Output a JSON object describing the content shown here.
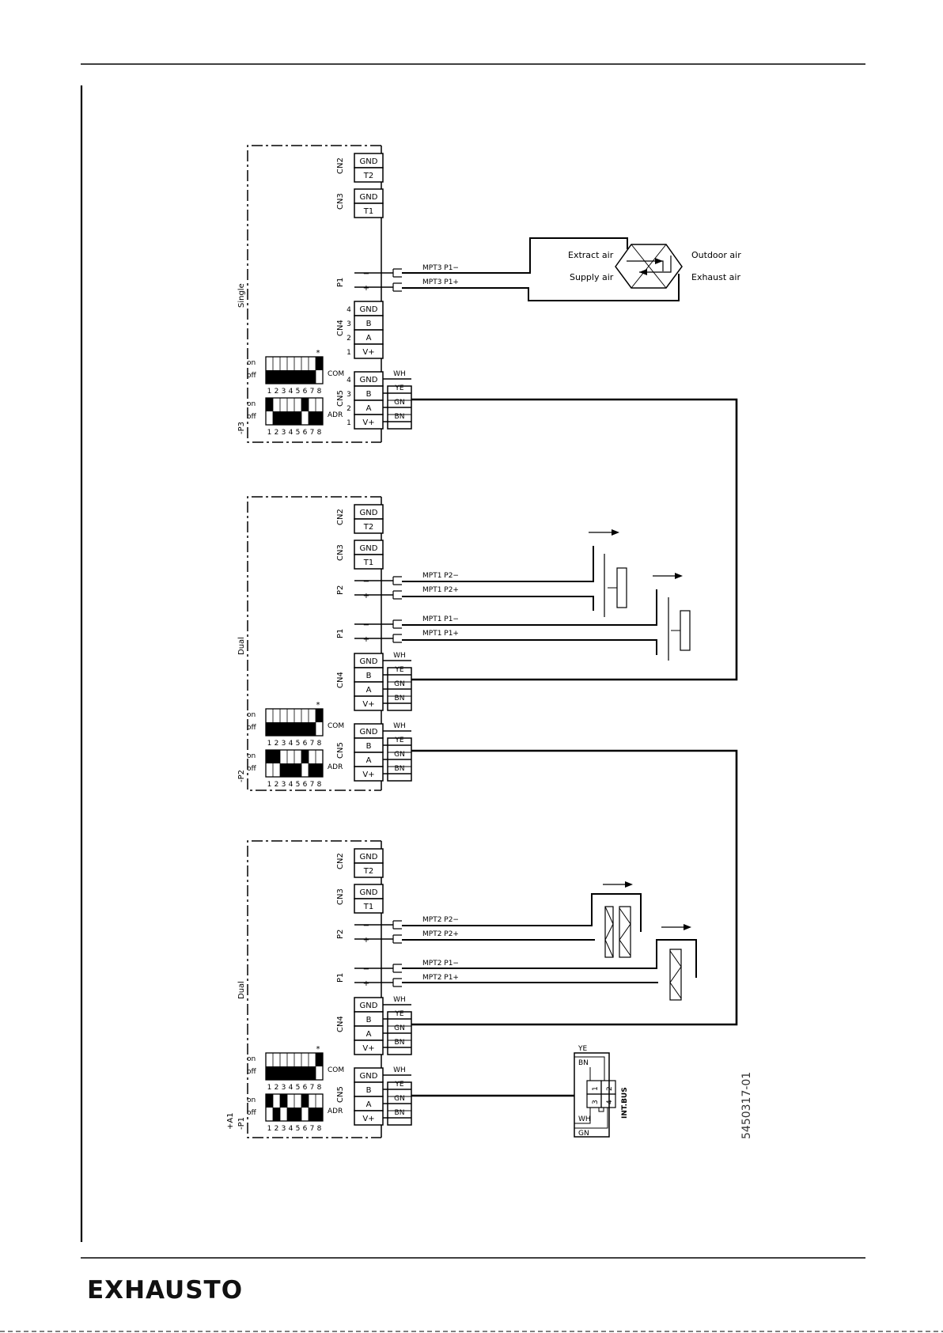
{
  "brand": "EXHAUSTO",
  "drawing_number": "5450317-01",
  "colors": {
    "line": "#000000",
    "bg": "#ffffff"
  },
  "wire_colors": [
    "WH",
    "YE",
    "GN",
    "BN"
  ],
  "dip": {
    "on": "on",
    "off": "off",
    "star": "*",
    "com": "COM",
    "adr": "ADR",
    "numbers": [
      "1",
      "2",
      "3",
      "4",
      "5",
      "6",
      "7",
      "8"
    ],
    "com_setting": [
      0,
      0,
      0,
      0,
      0,
      0,
      0,
      1
    ],
    "adr_settings": {
      "P3": [
        1,
        0,
        0,
        0,
        0,
        1,
        0,
        0
      ],
      "P2": [
        1,
        1,
        0,
        0,
        0,
        1,
        0,
        0
      ],
      "P1": [
        1,
        0,
        1,
        0,
        0,
        1,
        0,
        0
      ]
    }
  },
  "modules": [
    {
      "id": "-P3",
      "prefix": "",
      "mode": "Single",
      "cn2": {
        "name": "CN2",
        "pins": [
          "GND",
          "T2"
        ]
      },
      "cn3": {
        "name": "CN3",
        "pins": [
          "GND",
          "T1"
        ]
      },
      "p1": {
        "name": "P1",
        "minus": "−",
        "plus": "+",
        "wires": [
          "MPT3  P1−",
          "MPT3  P1+"
        ]
      },
      "cn4": {
        "name": "CN4",
        "pins": [
          "GND",
          "B",
          "A",
          "V+"
        ],
        "nums": [
          "4",
          "3",
          "2",
          "1"
        ]
      },
      "cn5": {
        "name": "CN5",
        "pins": [
          "GND",
          "B",
          "A",
          "V+"
        ],
        "nums": [
          "4",
          "3",
          "2",
          "1"
        ]
      }
    },
    {
      "id": "-P2",
      "prefix": "",
      "mode": "Dual",
      "cn2": {
        "name": "CN2",
        "pins": [
          "GND",
          "T2"
        ]
      },
      "cn3": {
        "name": "CN3",
        "pins": [
          "GND",
          "T1"
        ]
      },
      "p2": {
        "name": "P2",
        "minus": "−",
        "plus": "+",
        "wires": [
          "MPT1  P2−",
          "MPT1  P2+"
        ]
      },
      "p1": {
        "name": "P1",
        "minus": "−",
        "plus": "+",
        "wires": [
          "MPT1  P1−",
          "MPT1  P1+"
        ]
      },
      "cn4": {
        "name": "CN4",
        "pins": [
          "GND",
          "B",
          "A",
          "V+"
        ]
      },
      "cn5": {
        "name": "CN5",
        "pins": [
          "GND",
          "B",
          "A",
          "V+"
        ]
      }
    },
    {
      "id": "-P1",
      "prefix": "+A1",
      "mode": "Dual",
      "cn2": {
        "name": "CN2",
        "pins": [
          "GND",
          "T2"
        ]
      },
      "cn3": {
        "name": "CN3",
        "pins": [
          "GND",
          "T1"
        ]
      },
      "p2": {
        "name": "P2",
        "minus": "−",
        "plus": "+",
        "wires": [
          "MPT2  P2−",
          "MPT2  P2+"
        ]
      },
      "p1": {
        "name": "P1",
        "minus": "−",
        "plus": "+",
        "wires": [
          "MPT2  P1−",
          "MPT2  P1+"
        ]
      },
      "cn4": {
        "name": "CN4",
        "pins": [
          "GND",
          "B",
          "A",
          "V+"
        ]
      },
      "cn5": {
        "name": "CN5",
        "pins": [
          "GND",
          "B",
          "A",
          "V+"
        ]
      }
    }
  ],
  "heat_exchanger": {
    "extract": "Extract  air",
    "supply": "Supply  air",
    "outdoor": "Outdoor  air",
    "exhaust": "Exhaust  air"
  },
  "int_bus": {
    "label": "INT.BUS",
    "pins": [
      "1",
      "2",
      "3",
      "4"
    ],
    "wires": [
      "YE",
      "BN",
      "WH",
      "GN"
    ]
  }
}
